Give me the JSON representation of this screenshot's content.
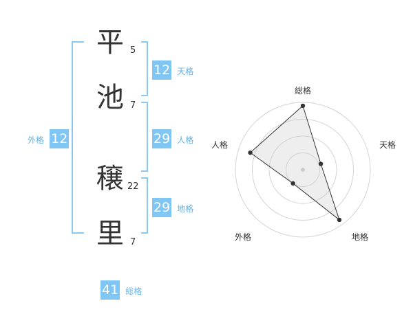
{
  "name": {
    "chars": [
      {
        "char": "平",
        "strokes": "5"
      },
      {
        "char": "池",
        "strokes": "7"
      },
      {
        "char": "穣",
        "strokes": "22"
      },
      {
        "char": "里",
        "strokes": "7"
      }
    ]
  },
  "fortune": {
    "tenkaku": {
      "value": "12",
      "label": "天格"
    },
    "jinkaku": {
      "value": "29",
      "label": "人格"
    },
    "chikaku": {
      "value": "29",
      "label": "地格"
    },
    "gaikaku": {
      "value": "12",
      "label": "外格"
    },
    "soukaku": {
      "value": "41",
      "label": "総格"
    }
  },
  "colors": {
    "accent": "#7fc6f5",
    "bracket": "#88c8f2",
    "text": "#333333"
  },
  "chart_data": {
    "type": "radar",
    "axes": [
      "総格",
      "天格",
      "地格",
      "外格",
      "人格"
    ],
    "values": [
      0.95,
      0.28,
      0.92,
      0.25,
      0.82
    ],
    "rings": 4
  }
}
